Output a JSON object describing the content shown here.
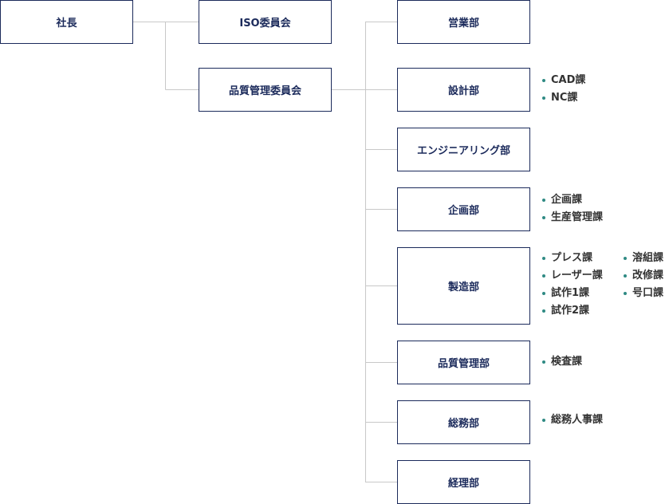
{
  "accent_color": "#2f8a83",
  "box_border_color": "#1b2a5b",
  "connector_color": "#c8c8c8",
  "boxes": {
    "president": "社長",
    "iso_committee": "ISO委員会",
    "qm_committee": "品質管理委員会",
    "sales": "営業部",
    "design": "設計部",
    "engineering": "エンジニアリング部",
    "planning": "企画部",
    "manufacturing": "製造部",
    "quality": "品質管理部",
    "general_affairs": "総務部",
    "accounting": "経理部"
  },
  "sections": {
    "design": [
      "CAD課",
      "NC課"
    ],
    "planning": [
      "企画課",
      "生産管理課"
    ],
    "manufacturing_col1": [
      "プレス課",
      "レーザー課",
      "試作1課",
      "試作2課"
    ],
    "manufacturing_col2": [
      "溶組課",
      "改修課",
      "号口課"
    ],
    "quality": [
      "検査課"
    ],
    "general_affairs": [
      "総務人事課"
    ]
  }
}
